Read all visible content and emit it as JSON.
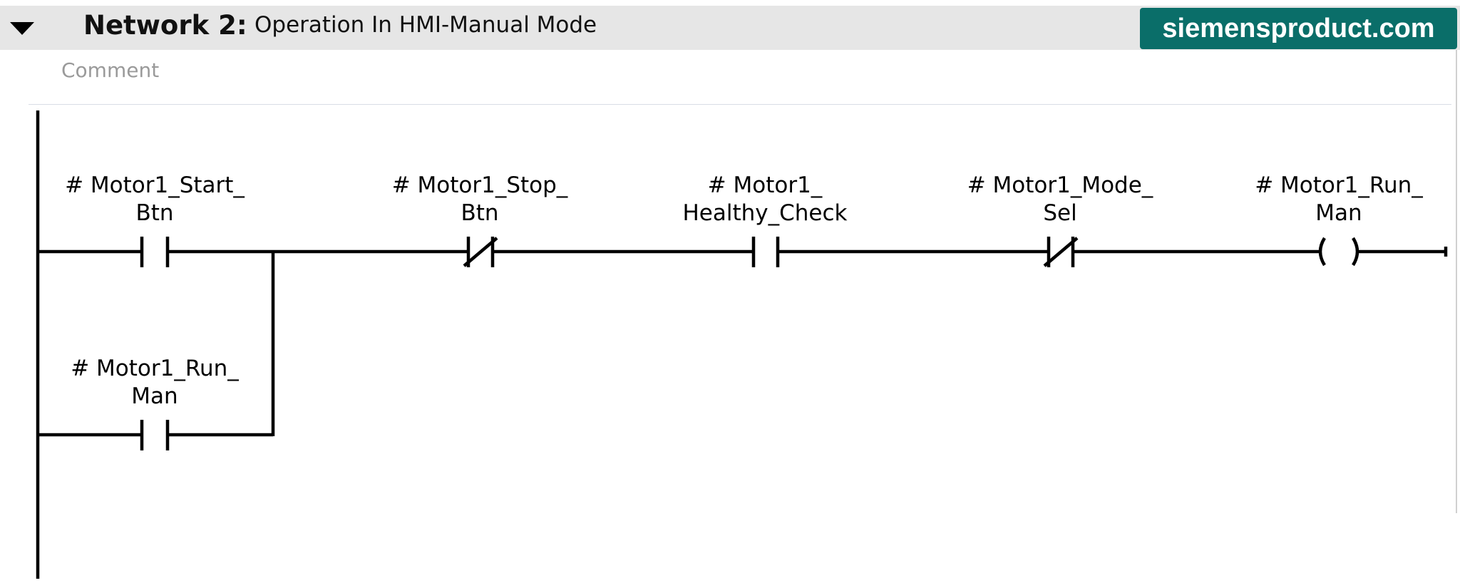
{
  "network": {
    "number_label": "Network 2:",
    "title": "Operation In HMI-Manual Mode",
    "comment_placeholder": "Comment"
  },
  "watermark": "siemensproduct.com",
  "icons": {
    "collapse": "triangle-down-icon"
  },
  "ladder": {
    "elements": [
      {
        "id": "start-btn",
        "type": "no-contact",
        "label_line1": "# Motor1_Start_",
        "label_line2": "Btn"
      },
      {
        "id": "stop-btn",
        "type": "nc-contact",
        "label_line1": "# Motor1_Stop_",
        "label_line2": "Btn"
      },
      {
        "id": "healthy-check",
        "type": "no-contact",
        "label_line1": "# Motor1_",
        "label_line2": "Healthy_Check"
      },
      {
        "id": "mode-sel",
        "type": "nc-contact",
        "label_line1": "# Motor1_Mode_",
        "label_line2": "Sel"
      },
      {
        "id": "run-man-coil",
        "type": "coil",
        "label_line1": "# Motor1_Run_",
        "label_line2": "Man"
      },
      {
        "id": "run-man-seal",
        "type": "no-contact",
        "label_line1": "# Motor1_Run_",
        "label_line2": "Man"
      }
    ]
  },
  "colors": {
    "header_bg": "#e6e6e6",
    "watermark_bg": "#0a6e69",
    "comment_text": "#9a9a9a"
  }
}
